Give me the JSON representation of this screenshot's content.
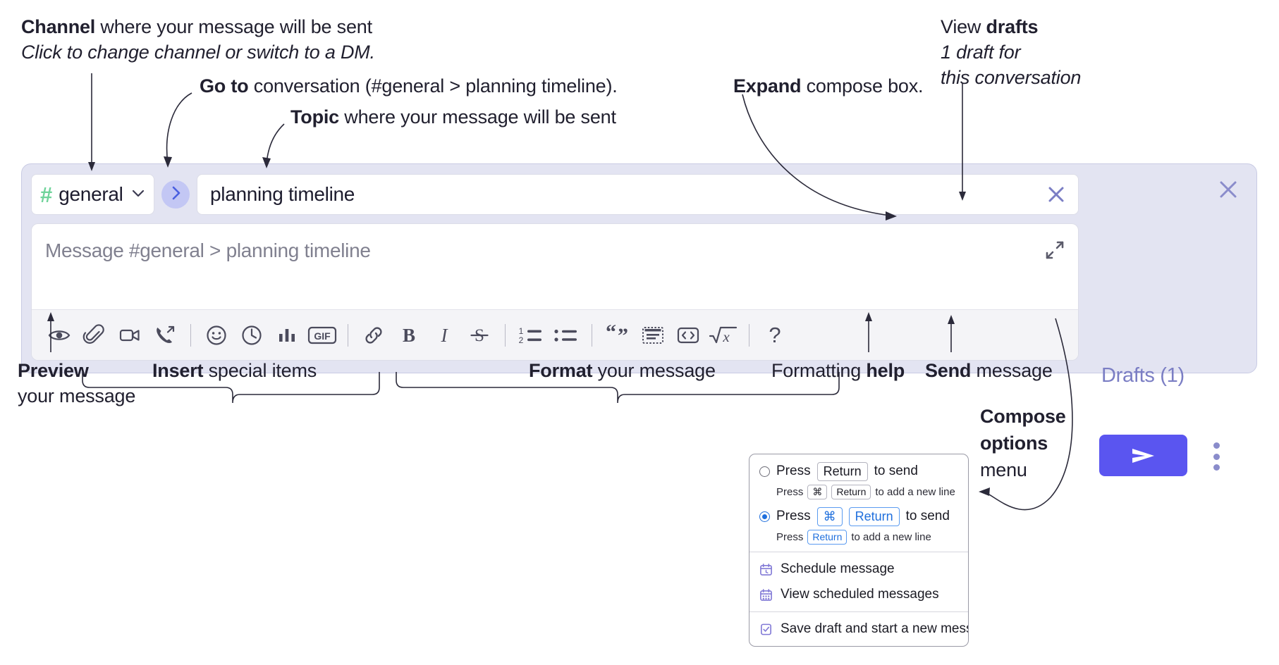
{
  "annotations": {
    "channel": {
      "bold": "Channel",
      "rest": " where your message will be sent",
      "italic": "Click to change channel or switch to a DM."
    },
    "goto": {
      "bold": "Go to",
      "rest": " conversation (#general > planning timeline)."
    },
    "topic": {
      "bold": "Topic",
      "rest": " where your message will be sent"
    },
    "expand": {
      "bold": "Expand",
      "rest": " compose box."
    },
    "drafts": {
      "plain": "View ",
      "bold": "drafts",
      "italic_line1": "1 draft for",
      "italic_line2": "this conversation"
    },
    "preview": {
      "bold": "Preview",
      "line2": "your message"
    },
    "insert": {
      "bold": "Insert",
      "rest": " special items"
    },
    "format": {
      "bold": "Format",
      "rest": " your message"
    },
    "help": {
      "plain": "Formatting ",
      "bold": "help"
    },
    "send": {
      "bold": "Send",
      "rest": " message"
    },
    "compose_options": {
      "bold_line1": "Compose",
      "bold_line2": "options",
      "line3": "menu"
    }
  },
  "compose": {
    "channel": {
      "hash": "#",
      "name": "general",
      "chevron_icon": "chevron-down-icon"
    },
    "goto_icon": "chevron-right-icon",
    "topic": {
      "value": "planning timeline",
      "clear_icon": "close-icon"
    },
    "message": {
      "placeholder": "Message #general > planning timeline",
      "value": ""
    },
    "expand_icon": "expand-diagonal-icon",
    "panel_close_icon": "close-icon",
    "drafts_label": "Drafts (1)",
    "send_icon": "send-paper-plane-icon",
    "options_icon": "kebab-menu-icon",
    "toolbar": [
      {
        "name": "preview-button",
        "icon": "eye-icon"
      },
      {
        "name": "attach-file-button",
        "icon": "paperclip-icon"
      },
      {
        "name": "record-video-clip-button",
        "icon": "video-camera-icon"
      },
      {
        "name": "record-audio-clip-button",
        "icon": "phone-arrow-icon"
      },
      {
        "name": "separator-1",
        "icon": "divider"
      },
      {
        "name": "emoji-button",
        "icon": "smiley-icon"
      },
      {
        "name": "schedule-button",
        "icon": "clock-icon"
      },
      {
        "name": "poll-button",
        "icon": "bar-chart-icon"
      },
      {
        "name": "gif-button",
        "icon": "gif-icon"
      },
      {
        "name": "separator-2",
        "icon": "divider"
      },
      {
        "name": "link-button",
        "icon": "link-icon"
      },
      {
        "name": "bold-button",
        "icon": "bold-icon"
      },
      {
        "name": "italic-button",
        "icon": "italic-icon"
      },
      {
        "name": "strikethrough-button",
        "icon": "strikethrough-icon"
      },
      {
        "name": "separator-3",
        "icon": "divider"
      },
      {
        "name": "ordered-list-button",
        "icon": "ordered-list-icon"
      },
      {
        "name": "bulleted-list-button",
        "icon": "bulleted-list-icon"
      },
      {
        "name": "separator-4",
        "icon": "divider"
      },
      {
        "name": "blockquote-button",
        "icon": "quote-icon"
      },
      {
        "name": "code-block-button",
        "icon": "code-block-icon"
      },
      {
        "name": "code-button",
        "icon": "code-brackets-icon"
      },
      {
        "name": "math-button",
        "icon": "square-root-icon"
      },
      {
        "name": "separator-5",
        "icon": "divider"
      },
      {
        "name": "formatting-help-button",
        "icon": "question-mark-icon"
      }
    ],
    "gif_label": "GIF",
    "bold_label": "B",
    "italic_label": "I",
    "strike_label": "S",
    "help_label": "?"
  },
  "options_menu": {
    "radio_options": [
      {
        "selected": false,
        "press": "Press",
        "keys": [
          "Return"
        ],
        "action": "to send",
        "sub_press": "Press",
        "sub_keys": [
          "⌘",
          "Return"
        ],
        "sub_action": "to add a new line"
      },
      {
        "selected": true,
        "press": "Press",
        "keys": [
          "⌘",
          "Return"
        ],
        "action": "to send",
        "sub_press": "Press",
        "sub_keys": [
          "Return"
        ],
        "sub_action": "to add a new line"
      }
    ],
    "items": [
      {
        "label": "Schedule message",
        "icon": "calendar-clock-icon"
      },
      {
        "label": "View scheduled messages",
        "icon": "calendar-grid-icon"
      },
      {
        "label": "Save draft and start a new message",
        "icon": "document-check-icon"
      }
    ]
  },
  "colors": {
    "panel_bg": "#e3e4f2",
    "accent_send": "#5a55f0",
    "channel_hash_green": "#6fd39a",
    "drafts_purple": "#7b7ec4",
    "goto_blue": "#4a5fe0",
    "radio_blue": "#1f6fdd",
    "menu_icon_purple": "#8179d6"
  }
}
